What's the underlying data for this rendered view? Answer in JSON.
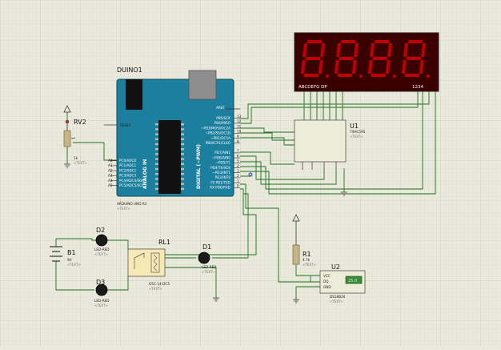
{
  "placeholder": "<TEXT>",
  "arduino": {
    "ref": "DUINO1",
    "part": "ARDUINO UNO R3",
    "aref": "AREF",
    "reset": "RESET",
    "analog_title": "ANALOG IN",
    "digital_title": "DIGITAL (~PWM)",
    "analog_pins": [
      {
        "num": "A0",
        "name": "PC0/ADC0"
      },
      {
        "num": "A1",
        "name": "PC1/ADC1"
      },
      {
        "num": "A2",
        "name": "PC2/ADC2"
      },
      {
        "num": "A3",
        "name": "PC3/ADC3"
      },
      {
        "num": "A4",
        "name": "PC4/ADC4/SDA"
      },
      {
        "num": "A5",
        "name": "PC5/ADC5/SCL"
      }
    ],
    "digital_pins": [
      {
        "num": "13",
        "name": "PB5/SCK"
      },
      {
        "num": "12",
        "name": "PB4/MISO"
      },
      {
        "num": "11",
        "name": "~PB3/MOSI/OC2A"
      },
      {
        "num": "10",
        "name": "~PB2/SS/OC1B"
      },
      {
        "num": "9",
        "name": "~PB1/OC1A"
      },
      {
        "num": "8",
        "name": "PB0/ICP1/CLKO"
      },
      {
        "num": "7",
        "name": "PD7/AIN1"
      },
      {
        "num": "6",
        "name": "~PD6/AIN0"
      },
      {
        "num": "5",
        "name": "~PD5/T1"
      },
      {
        "num": "4",
        "name": "PD4/T0/XCK"
      },
      {
        "num": "3",
        "name": "~PD3/INT1"
      },
      {
        "num": "2",
        "name": "PD2/INT0"
      },
      {
        "num": "1",
        "name": "TX PD1/TXD"
      },
      {
        "num": "0",
        "name": "RX PD0/RXD"
      }
    ]
  },
  "display": {
    "digits": [
      "8",
      "8",
      "8",
      "8"
    ],
    "seg_label": "ABCDEFG DP",
    "digit_label": "1234",
    "segment_color": "#c00000",
    "body_color": "#3a0000"
  },
  "u1": {
    "ref": "U1",
    "part": "74HC595"
  },
  "rv2": {
    "ref": "RV2",
    "value": "1k"
  },
  "rl1": {
    "ref": "RL1",
    "part": "G5C-14-DC5"
  },
  "d1": {
    "ref": "D1",
    "part": "LED-RED"
  },
  "d2": {
    "ref": "D2",
    "part": "LED-RED"
  },
  "d3": {
    "ref": "D3",
    "part": "LED-RED"
  },
  "b1": {
    "ref": "B1",
    "value": "9V"
  },
  "r1": {
    "ref": "R1",
    "value": "4.7k"
  },
  "u2": {
    "ref": "U2",
    "part": "DS18B20",
    "pins": [
      "VCC",
      "DQ",
      "GND"
    ],
    "reading": "25.0"
  }
}
